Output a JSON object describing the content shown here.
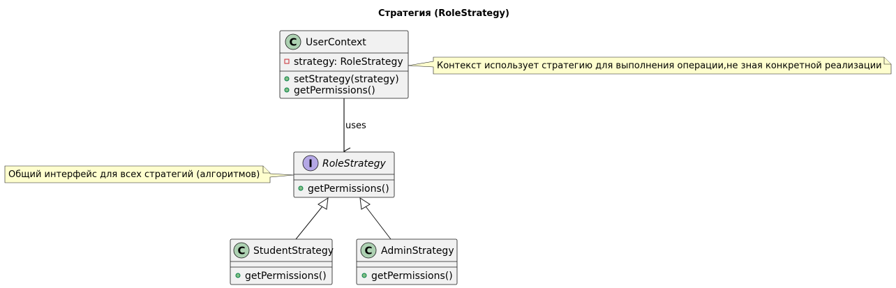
{
  "title": "Стратегия (RoleStrategy)",
  "colors": {
    "class_fill": "#f1f1f1",
    "class_border": "#181818",
    "class_icon": "#add1b2",
    "interface_icon": "#b4a7e5",
    "note_fill": "#fefece",
    "note_border": "#181818",
    "edge": "#181818"
  },
  "classes": {
    "user_context": {
      "stereotype": "C",
      "name": "UserContext",
      "fields": [
        {
          "visibility": "-",
          "text": "strategy: RoleStrategy"
        }
      ],
      "methods": [
        {
          "visibility": "+",
          "text": "setStrategy(strategy)"
        },
        {
          "visibility": "+",
          "text": "getPermissions()"
        }
      ]
    },
    "role_strategy": {
      "stereotype": "I",
      "name": "RoleStrategy",
      "fields": [],
      "methods": [
        {
          "visibility": "+",
          "text": "getPermissions()"
        }
      ]
    },
    "student_strategy": {
      "stereotype": "C",
      "name": "StudentStrategy",
      "fields": [],
      "methods": [
        {
          "visibility": "+",
          "text": "getPermissions()"
        }
      ]
    },
    "admin_strategy": {
      "stereotype": "C",
      "name": "AdminStrategy",
      "fields": [],
      "methods": [
        {
          "visibility": "+",
          "text": "getPermissions()"
        }
      ]
    }
  },
  "notes": {
    "context_note": "Контекст использует стратегию для выполнения операции,не зная конкретной реализации",
    "interface_note": "Общий интерфейс для всех стратегий (алгоритмов)"
  },
  "edges": {
    "uses_label": "uses"
  }
}
